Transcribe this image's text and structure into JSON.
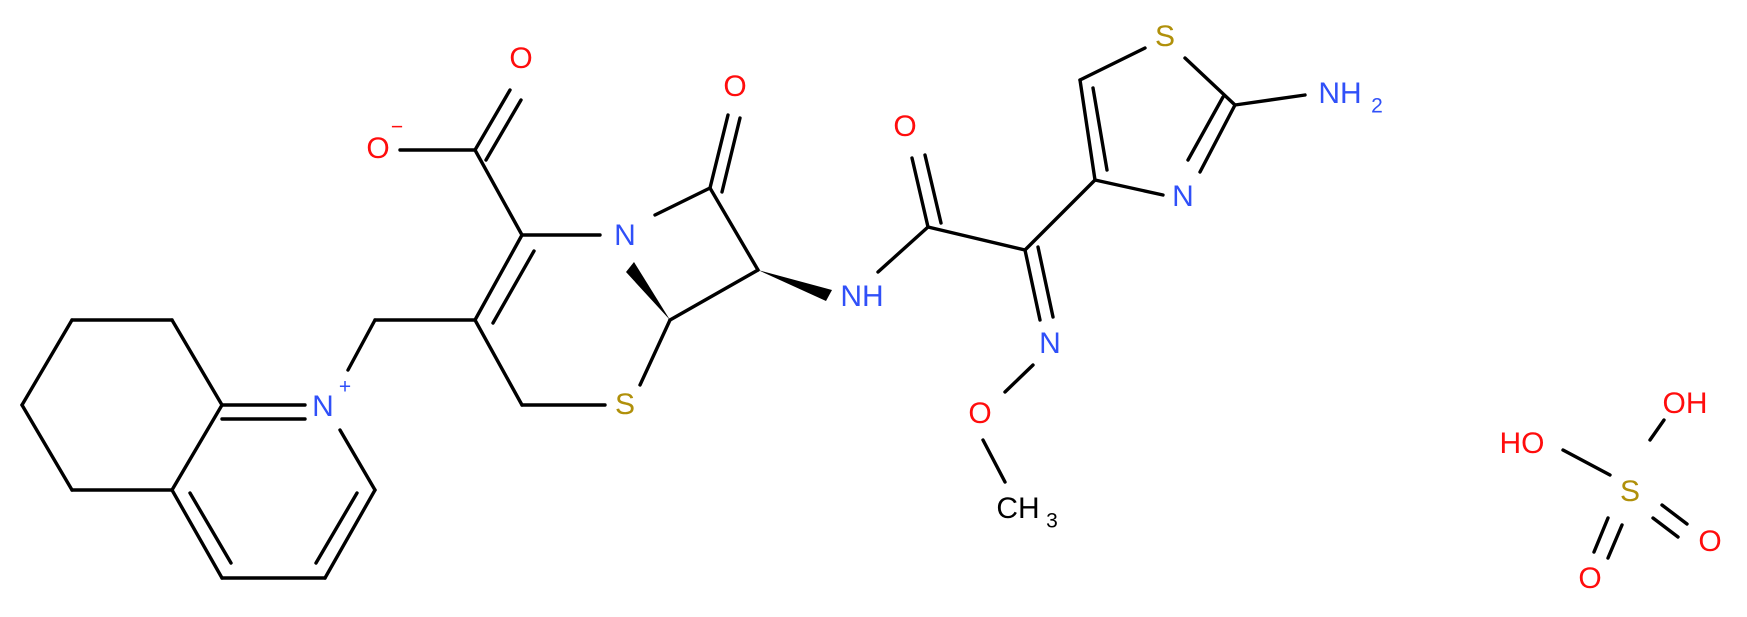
{
  "colors": {
    "bond": "#000000",
    "oxygen": "#ff0d0d",
    "nitrogen": "#3050f8",
    "sulfur": "#b0900a",
    "carbon": "#000000"
  },
  "atoms": {
    "carboxylate_o_double": "O",
    "carboxylate_o_minus": "O",
    "carboxylate_charge": "−",
    "lactam_o": "O",
    "amide_o": "O",
    "ring_n": "N",
    "ring_s": "S",
    "amide_nh": "NH",
    "oxime_n": "N",
    "methoxy_o": "O",
    "methyl_ch": "CH",
    "methyl_sub": "3",
    "thiazole_s": "S",
    "thiazole_n": "N",
    "amino_nh": "NH",
    "amino_sub": "2",
    "quinolinium_n": "N",
    "quinolinium_charge": "+",
    "sulfate_s": "S",
    "sulfate_oh_left": "HO",
    "sulfate_oh_right": "OH",
    "sulfate_o_1": "O",
    "sulfate_o_2": "O"
  }
}
